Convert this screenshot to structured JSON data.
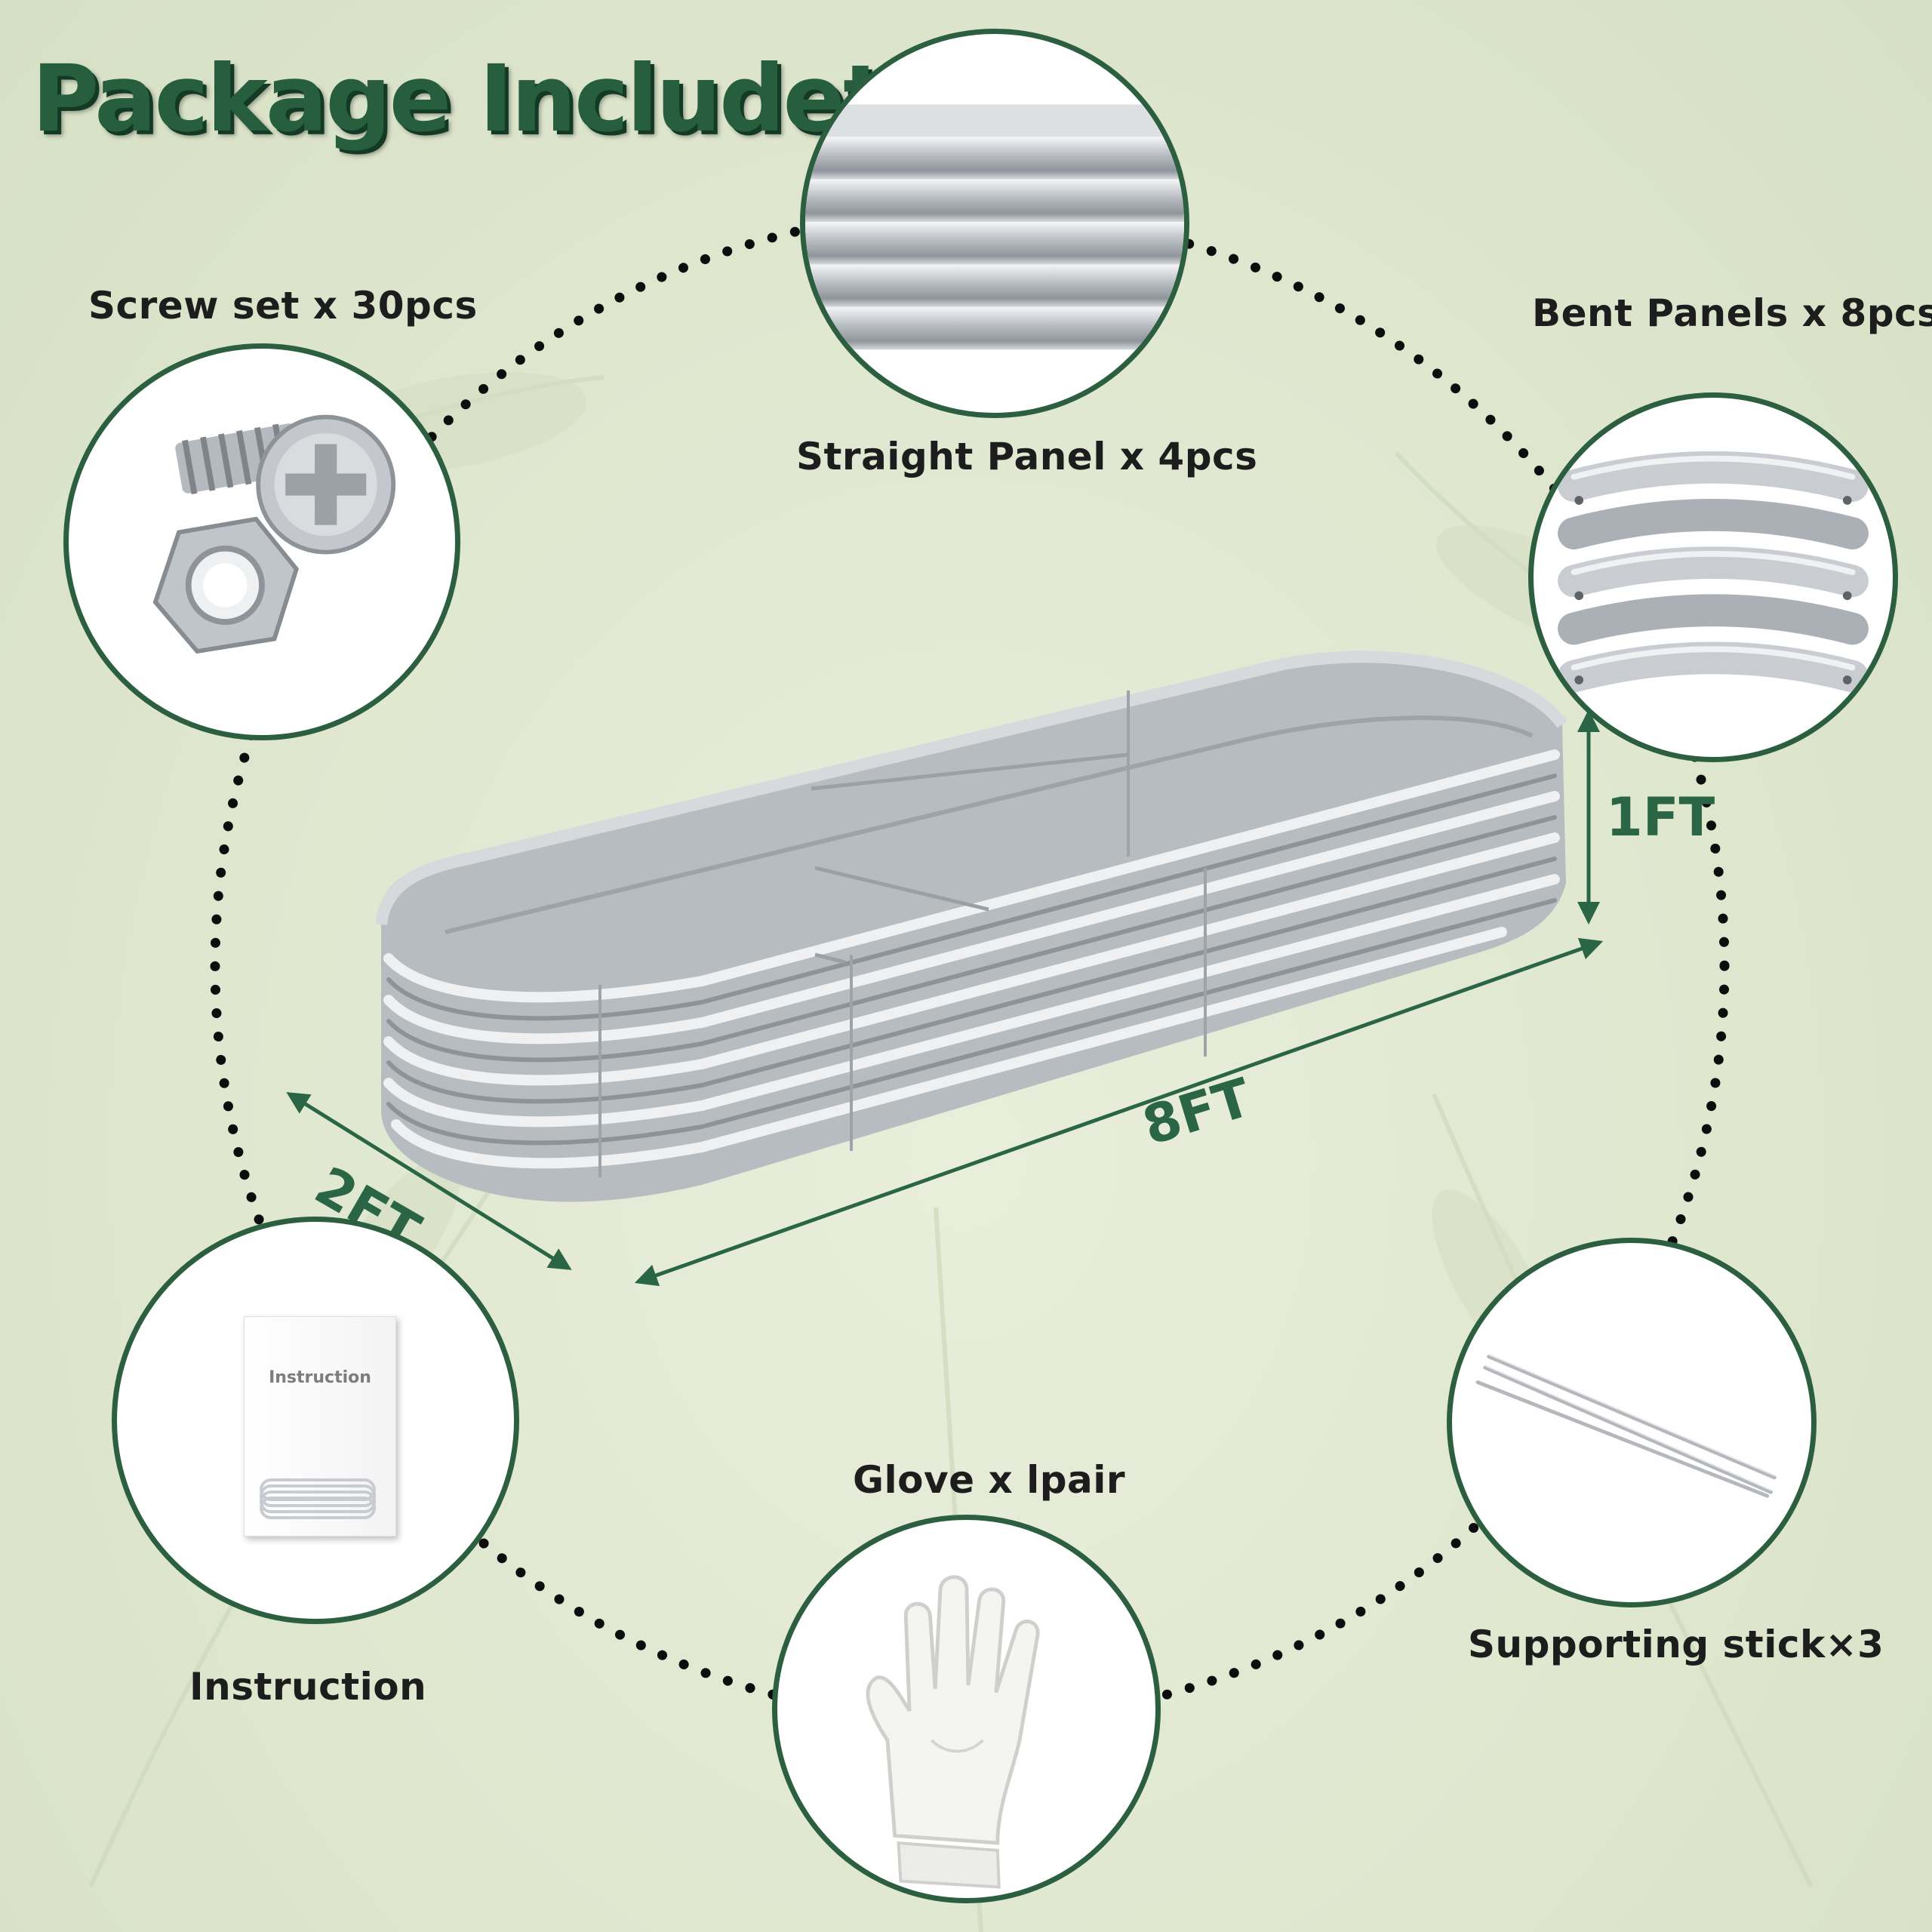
{
  "title": "Package Includet",
  "items": {
    "straight_panel": "Straight Panel x 4pcs",
    "screw_set": "Screw set x 30pcs",
    "bent_panels": "Bent Panels x 8pcs",
    "instruction": "Instruction",
    "glove": "Glove x lpair",
    "supporting_stick": "Supporting stick×3"
  },
  "instruction_booklet_text": "Instruction",
  "dimensions": {
    "length": "8FT",
    "width": "2FT",
    "height": "1FT"
  },
  "colors": {
    "brand_green": "#2b5f40",
    "background": "#dfe7cf",
    "metal": "#b9bdc1"
  }
}
